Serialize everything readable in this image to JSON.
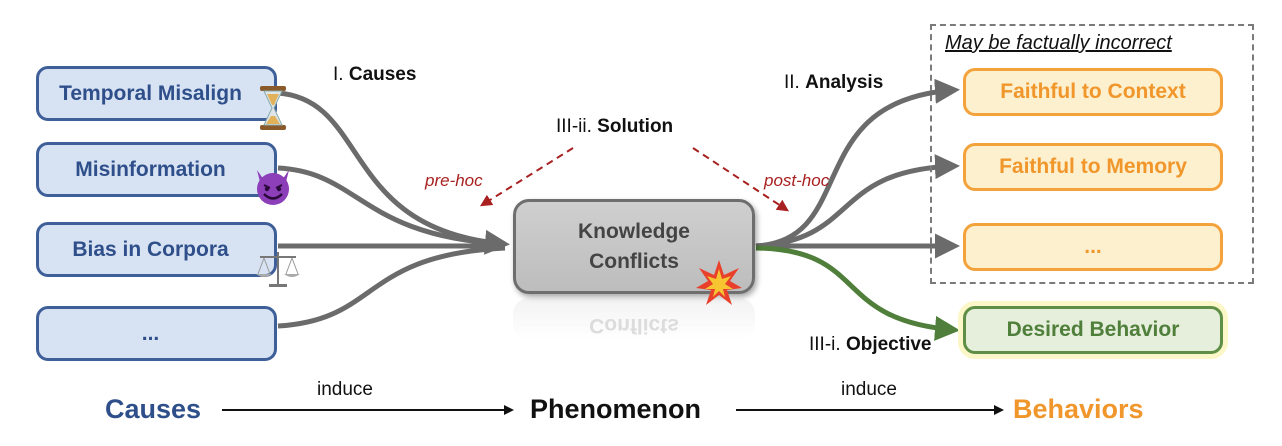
{
  "causes": {
    "heading_prefix": "I.",
    "heading_bold": "Causes",
    "items": [
      "Temporal Misalign",
      "Misinformation",
      "Bias in Corpora",
      "..."
    ]
  },
  "center": {
    "line1": "Knowledge",
    "line2": "Conflicts"
  },
  "analysis": {
    "prefix": "II.",
    "bold": "Analysis"
  },
  "solution": {
    "prefix": "III-ii.",
    "bold": "Solution",
    "pre_hoc": "pre-hoc",
    "post_hoc": "post-hoc"
  },
  "objective": {
    "prefix": "III-i.",
    "bold": "Objective"
  },
  "behaviors": {
    "note": "May be factually incorrect",
    "items": [
      "Faithful to Context",
      "Faithful to Memory",
      "..."
    ],
    "desired": "Desired Behavior"
  },
  "flow": {
    "causes": "Causes",
    "phenomenon": "Phenomenon",
    "behaviors": "Behaviors",
    "induce_left": "induce",
    "induce_right": "induce"
  },
  "icons": [
    "hourglass-icon",
    "devil-face-icon",
    "scales-icon",
    "collision-icon"
  ],
  "colors": {
    "cause_blue": "#2f4f8a",
    "behavior_orange": "#f0962b",
    "desired_green": "#4f7f3a",
    "dashed_red": "#a82020"
  }
}
